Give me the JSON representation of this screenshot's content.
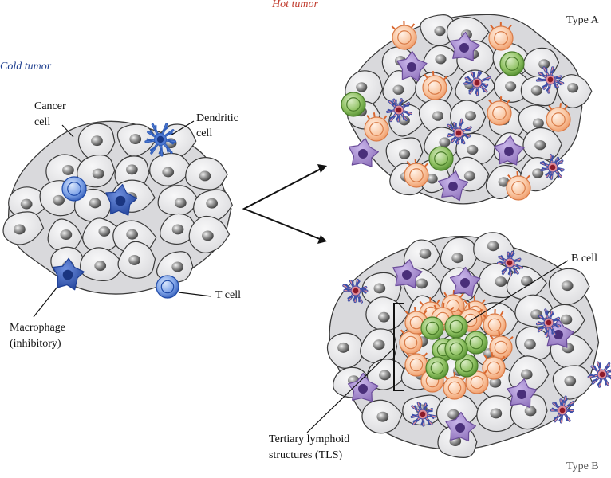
{
  "titles": {
    "cold_tumor": "Cold tumor",
    "hot_tumor": "Hot tumor",
    "type_a": "Type A",
    "type_b": "Type B"
  },
  "labels": {
    "cancer_cell_1": "Cancer",
    "cancer_cell_2": "cell",
    "dendritic_cell_1": "Dendritic",
    "dendritic_cell_2": "cell",
    "t_cell": "T cell",
    "macrophage_1": "Macrophage",
    "macrophage_2": "(inhibitory)",
    "b_cell": "B cell",
    "tls_1": "Tertiary lymphoid",
    "tls_2": "structures (TLS)"
  },
  "colors": {
    "cancer_cell_fill": "#e8e8ea",
    "cancer_cell_stroke": "#3a3a3a",
    "nucleus": "#7a7a7a",
    "cold_immune": "#2f5cb8",
    "t_cell_hot": "#f6b38a",
    "b_cell": "#7fb24f",
    "macrophage_hot": "#9a7fc4",
    "dendritic_hot": "#c06070",
    "title_cold": "#1f3f8f",
    "title_hot": "#c0392b"
  }
}
